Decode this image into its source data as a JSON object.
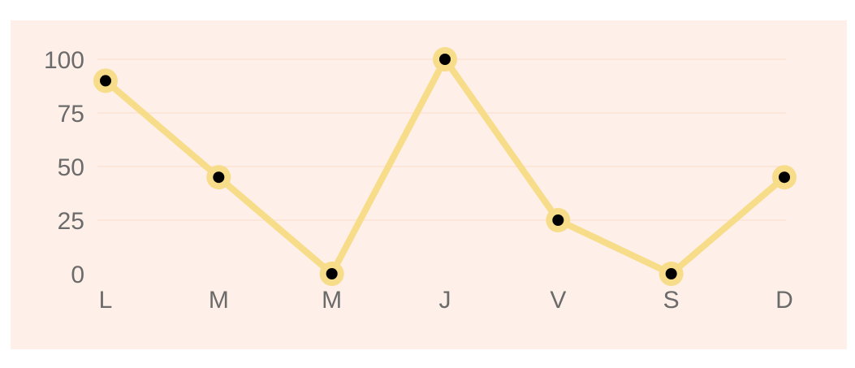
{
  "colors": {
    "panel_background": "#fef0e8",
    "gridline": "#fbe3d6",
    "line": "#f7dc8a",
    "marker_halo": "#f7dc8a",
    "marker_dot": "#000000",
    "tick_text": "#6b6b6b"
  },
  "chart_data": {
    "type": "line",
    "title": "",
    "xlabel": "",
    "ylabel": "",
    "categories": [
      "L",
      "M",
      "M",
      "J",
      "V",
      "S",
      "D"
    ],
    "series": [
      {
        "values": [
          90,
          45,
          0,
          100,
          25,
          0,
          45
        ]
      }
    ],
    "ylim": [
      0,
      100
    ],
    "yticks": [
      0,
      25,
      50,
      75,
      100
    ],
    "grid": true,
    "legend": "none"
  }
}
